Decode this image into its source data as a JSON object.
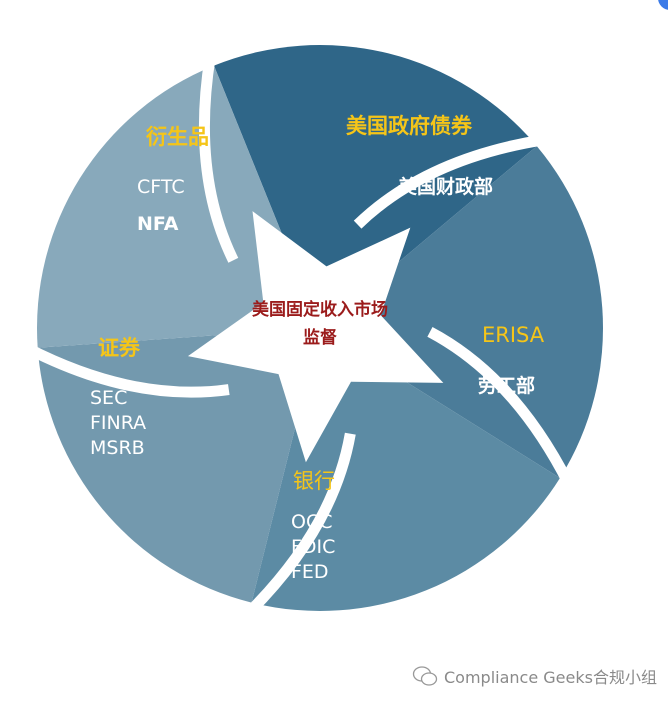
{
  "center_title": [
    "美国固定收入市场",
    "监督"
  ],
  "segments": [
    {
      "title": "美国政府债券",
      "items": [
        "美国财政部"
      ],
      "color": "#2f6688"
    },
    {
      "title": "ERISA",
      "items": [
        "劳工部"
      ],
      "color": "#4b7c99"
    },
    {
      "title": "银行",
      "items": [
        "OCC",
        "FDIC",
        "FED"
      ],
      "color": "#5c8ba4"
    },
    {
      "title": "证券",
      "items": [
        "SEC",
        "FINRA",
        "MSRB"
      ],
      "color": "#7399ae"
    },
    {
      "title": "衍生品",
      "items": [
        "CFTC",
        "NFA"
      ],
      "color": "#88a9bb"
    }
  ],
  "title_color": "#f5c518",
  "watermark": "Compliance Geeks合规小组"
}
